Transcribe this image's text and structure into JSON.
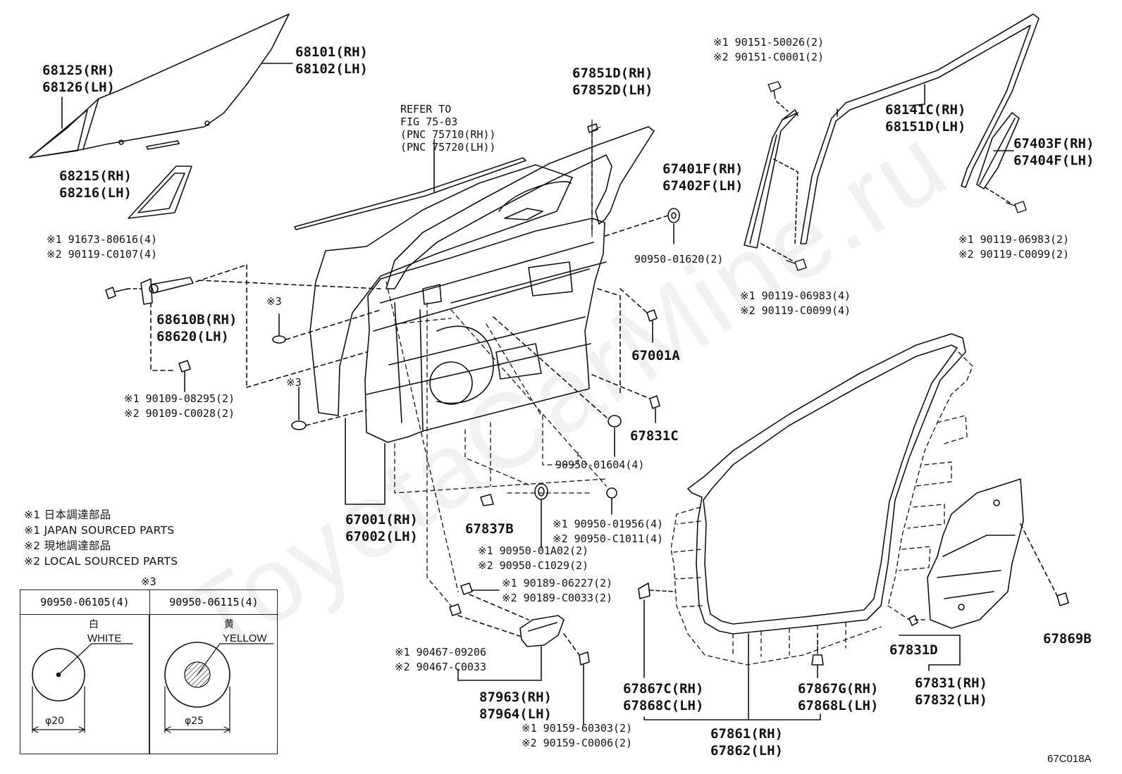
{
  "watermark": "ToyotaCarMine.ru",
  "diagram_code": "67C018A",
  "labels": {
    "p68125": [
      "68125(RH)",
      "68126(LH)"
    ],
    "p68101": [
      "68101(RH)",
      "68102(LH)"
    ],
    "p68215": [
      "68215(RH)",
      "68216(LH)"
    ],
    "p67851": [
      "67851D(RH)",
      "67852D(LH)"
    ],
    "refer": [
      "REFER TO",
      "FIG 75-03",
      "(PNC 75710(RH))",
      "(PNC 75720(LH))"
    ],
    "bolt_top_left": [
      "※1 91673-80616(4)",
      "※2 90119-C0107(4)"
    ],
    "p68610": [
      "68610B(RH)",
      "68620(LH)"
    ],
    "bolt_90109": [
      "※1 90109-08295(2)",
      "※2 90109-C0028(2)"
    ],
    "mark3_a": "※3",
    "mark3_b": "※3",
    "p90950_01620": "90950-01620(2)",
    "p67001A": "67001A",
    "p67831C": "67831C",
    "p90950_01604": "90950-01604(4)",
    "p67001": [
      "67001(RH)",
      "67002(LH)"
    ],
    "p67837B": "67837B",
    "hole_90950_01A02": [
      "※1 90950-01A02(2)",
      "※2 90950-C1029(2)"
    ],
    "hole_90950_01956": [
      "※1 90950-01956(4)",
      "※2 90950-C1011(4)"
    ],
    "clip_90189": [
      "※1 90189-06227(2)",
      "※2 90189-C0033(2)"
    ],
    "clip_90467": [
      "※1 90467-09206",
      "※2 90467-C0033"
    ],
    "p87963": [
      "87963(RH)",
      "87964(LH)"
    ],
    "screw_90159": [
      "※1 90159-60303(2)",
      "※2 90159-C0006(2)"
    ],
    "bolt_90151": [
      "※1 90151-50026(2)",
      "※2 90151-C0001(2)"
    ],
    "p68141": [
      "68141C(RH)",
      "68151D(LH)"
    ],
    "p67401": [
      "67401F(RH)",
      "67402F(LH)"
    ],
    "p67403": [
      "67403F(RH)",
      "67404F(LH)"
    ],
    "bolt_90119_b": [
      "※1 90119-06983(2)",
      "※2 90119-C0099(2)"
    ],
    "bolt_90119_a": [
      "※1 90119-06983(4)",
      "※2 90119-C0099(4)"
    ],
    "p67867C": [
      "67867C(RH)",
      "67868C(LH)"
    ],
    "p67867G": [
      "67867G(RH)",
      "67868L(LH)"
    ],
    "p67861": [
      "67861(RH)",
      "67862(LH)"
    ],
    "p67831D": "67831D",
    "p67831": [
      "67831(RH)",
      "67832(LH)"
    ],
    "p67869B": "67869B"
  },
  "notes": [
    "※1 日本調達部品",
    "※1 JAPAN SOURCED PARTS",
    "※2 現地調達部品",
    "※2 LOCAL SOURCED PARTS"
  ],
  "table": {
    "title": "※3",
    "columns": [
      "90950-06105(4)",
      "90950-06115(4)"
    ],
    "left": {
      "color_jp": "白",
      "color_en": "WHITE",
      "dia": "φ20"
    },
    "right": {
      "color_jp": "黄",
      "color_en": "YELLOW",
      "dia": "φ25"
    }
  }
}
